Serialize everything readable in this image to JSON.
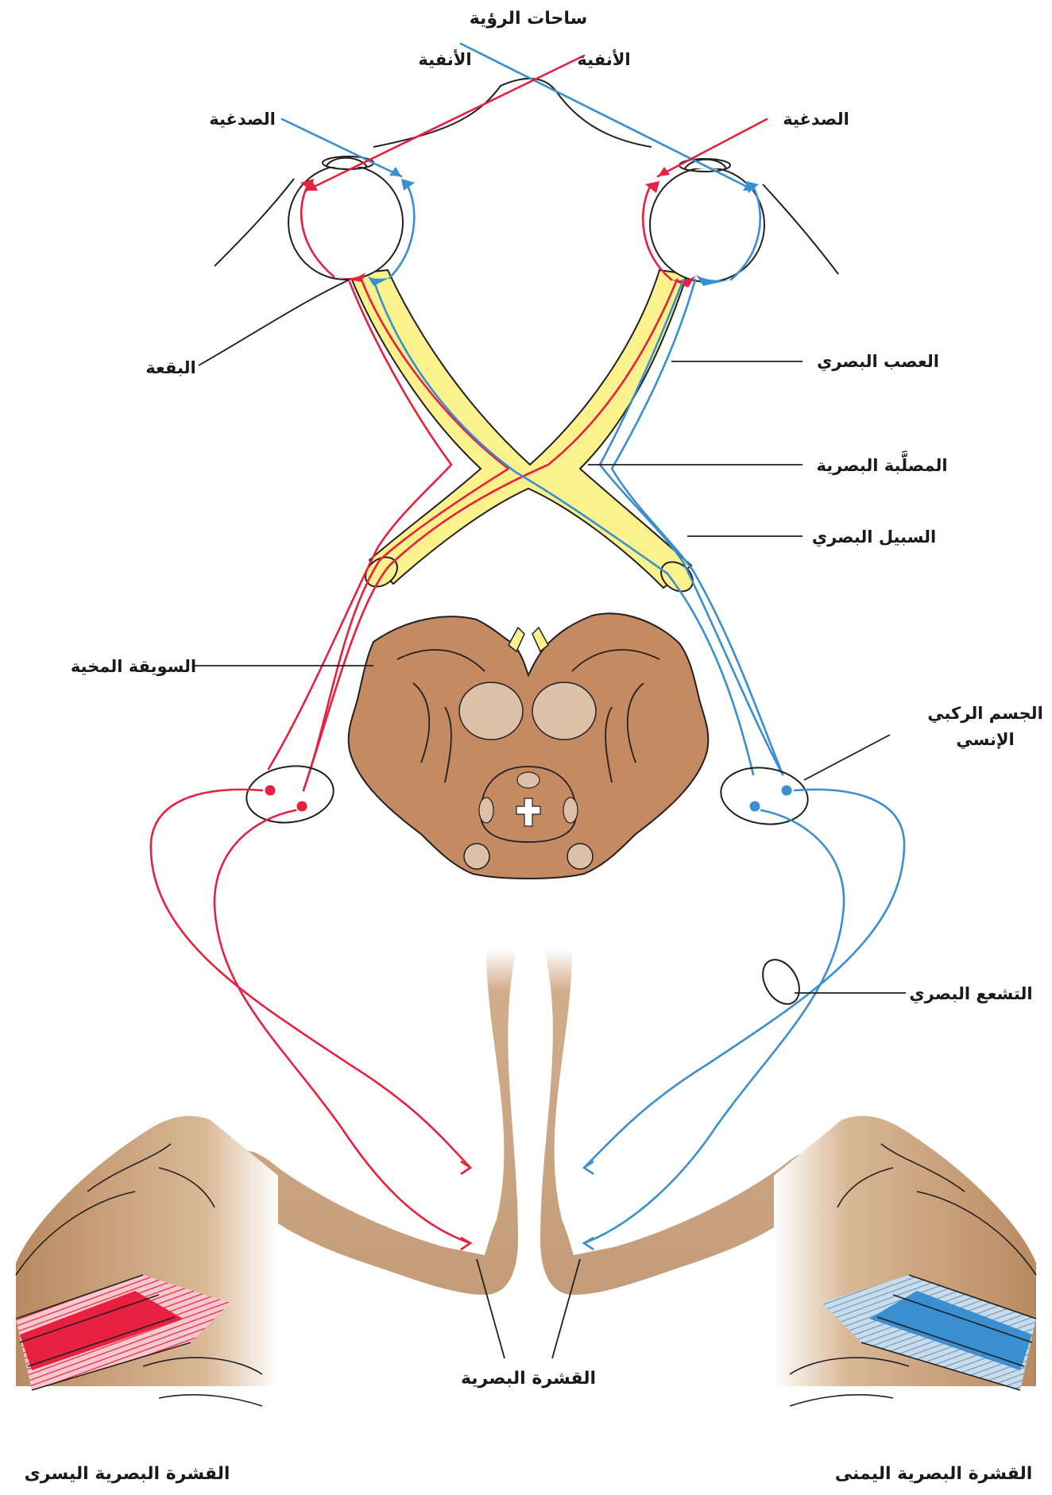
{
  "colors": {
    "red_pathway": "#e8203f",
    "blue_pathway": "#3a8fd0",
    "optic_nerve_fill": "#fbf28e",
    "brain_tissue": "#c48a62",
    "cortex_tan": "#c9a07c",
    "outline": "#231f20"
  },
  "labels": {
    "visual_fields": "ساحات الرؤية",
    "nasal_left": "الأنفية",
    "nasal_right": "الأنفية",
    "temporal_left": "الصدغية",
    "temporal_right": "الصدغية",
    "macula": "البقعة",
    "optic_nerve": "العصب البصري",
    "optic_chiasm": "المصلَّبة البصرية",
    "optic_tract": "السبيل البصري",
    "cerebral_peduncle": "السويقة المخية",
    "lgn_line1": "الجسم الركبي",
    "lgn_line2": "الإنسي",
    "optic_radiation": "التشعع البصري",
    "visual_cortex": "القشرة البصرية",
    "left_visual_cortex": "القشرة البصرية اليسرى",
    "right_visual_cortex": "القشرة البصرية اليمنى"
  }
}
